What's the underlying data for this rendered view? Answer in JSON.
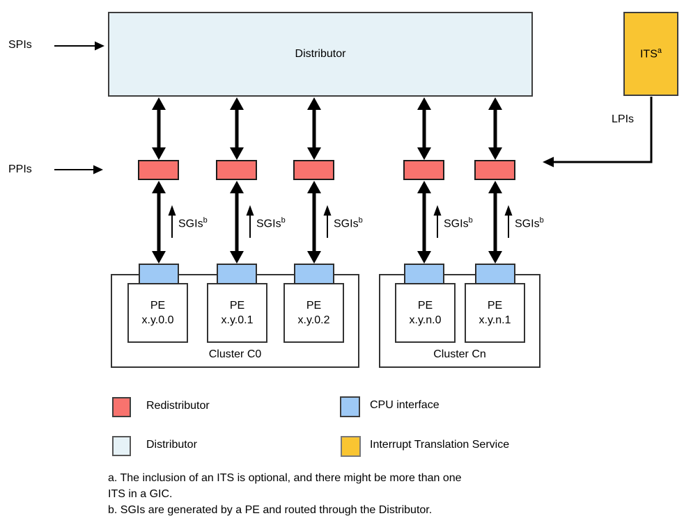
{
  "diagram": {
    "distributor": {
      "label": "Distributor"
    },
    "its": {
      "label": "ITS",
      "superscript": "a"
    },
    "inputs": {
      "spis": "SPIs",
      "ppis": "PPIs",
      "lpis": "LPIs"
    },
    "sgi": {
      "label": "SGIs",
      "superscript": "b"
    },
    "pe_label": "PE",
    "clusters": [
      {
        "label": "Cluster C0",
        "pes": [
          "x.y.0.0",
          "x.y.0.1",
          "x.y.0.2"
        ]
      },
      {
        "label": "Cluster Cn",
        "pes": [
          "x.y.n.0",
          "x.y.n.1"
        ]
      }
    ]
  },
  "legend": {
    "items": [
      {
        "label": "Redistributor",
        "color": "#f8736e"
      },
      {
        "label": "CPU interface",
        "color": "#9ec9f5"
      },
      {
        "label": "Distributor",
        "color": "#e6f2f7"
      },
      {
        "label": "Interrupt Translation Service",
        "color": "#f9c532"
      }
    ]
  },
  "footnotes": {
    "lines": [
      "a. The inclusion of an ITS is optional, and there might be more than one",
      "ITS in a GIC.",
      "b. SGIs are generated by a PE and routed through the Distributor."
    ]
  },
  "colors": {
    "redistributor_fill": "#f8736e",
    "cpu_interface_fill": "#9ec9f5",
    "distributor_fill": "#e6f2f7",
    "its_fill": "#f9c532",
    "arrow": "#000000"
  }
}
